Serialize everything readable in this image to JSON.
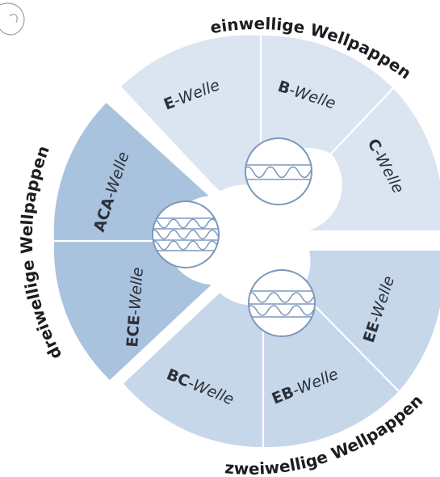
{
  "colors": {
    "einwellig": "#dbe5f1",
    "zweiwellig": "#c7d7ea",
    "dreiwellig": "#a9c2de",
    "wave_line": "#7d98bb",
    "text": "#2b3038"
  },
  "groups": {
    "einwellig": {
      "title": "einwellige Wellpappen",
      "segments": [
        {
          "code": "E",
          "suffix": "-Welle"
        },
        {
          "code": "B",
          "suffix": "-Welle"
        },
        {
          "code": "C",
          "suffix": "-Welle"
        }
      ]
    },
    "zweiwellig": {
      "title": "zweiwellige Wellpappen",
      "segments": [
        {
          "code": "EE",
          "suffix": "-Welle"
        },
        {
          "code": "EB",
          "suffix": "-Welle"
        },
        {
          "code": "BC",
          "suffix": "-Welle"
        }
      ]
    },
    "dreiwellig": {
      "title": "dreiwellige Wellpappen",
      "segments": [
        {
          "code": "ACA",
          "suffix": "-Welle"
        },
        {
          "code": "ECE",
          "suffix": "-Welle"
        }
      ]
    }
  },
  "icons": [
    "single-wall-wave-icon",
    "double-wall-wave-icon",
    "triple-wall-wave-icon"
  ]
}
